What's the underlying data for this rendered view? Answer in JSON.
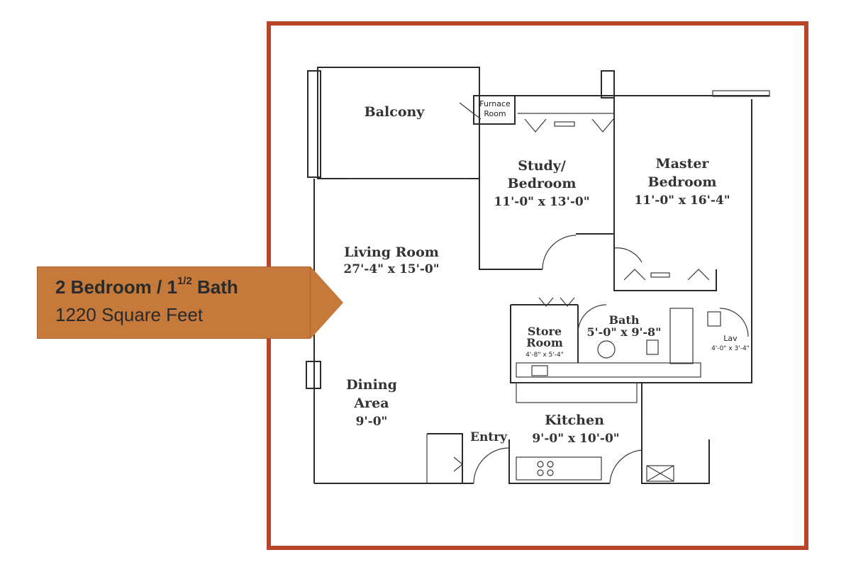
{
  "banner": {
    "title_main": "2 Bedroom / 1",
    "title_frac": "1/2",
    "title_end": " Bath",
    "subtitle": "1220 Square Feet"
  },
  "rooms": {
    "balcony": "Balcony",
    "furnace_line1": "Furnace",
    "furnace_line2": "Room",
    "study_line1": "Study/",
    "study_line2": "Bedroom",
    "study_dims": "11'-0\" x 13'-0\"",
    "master_line1": "Master",
    "master_line2": "Bedroom",
    "master_dims": "11'-0\" x 16'-4\"",
    "living": "Living Room",
    "living_dims": "27'-4\" x 15'-0\"",
    "bath": "Bath",
    "bath_dims": "5'-0\" x 9'-8\"",
    "store_line1": "Store",
    "store_line2": "Room",
    "store_dims": "4'-8\" x 5'-4\"",
    "lav": "Lav",
    "lav_dims": "4'-0\" x 3'-4\"",
    "dining_line1": "Dining",
    "dining_line2": "Area",
    "dining_dims": "9'-0\"",
    "entry": "Entry",
    "kitchen": "Kitchen",
    "kitchen_dims": "9'-0\" x 10'-0\""
  },
  "colors": {
    "frame": "#b8452a",
    "banner": "#c57a3b"
  }
}
